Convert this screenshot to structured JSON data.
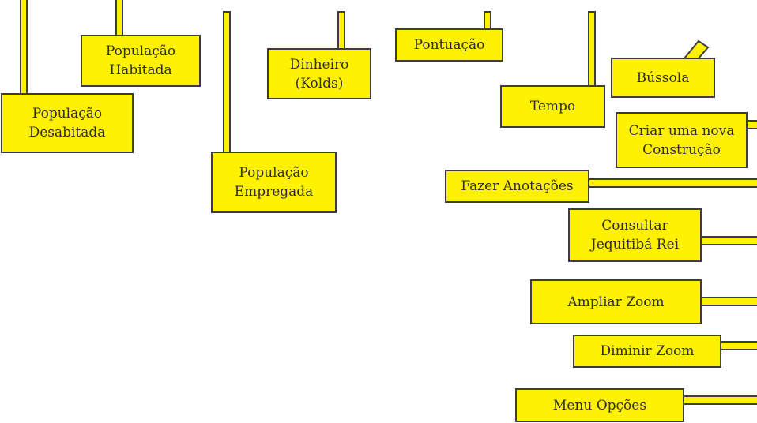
{
  "colors": {
    "callout_fill": "#fef200",
    "callout_border": "#3d3d3d",
    "text": "#2e2e2e",
    "background": "#ffffff"
  },
  "callouts": {
    "populacao_desabitada": "População\nDesabitada",
    "populacao_habitada": "População\nHabitada",
    "populacao_empregada": "População\nEmpregada",
    "dinheiro": "Dinheiro\n(Kolds)",
    "pontuacao": "Pontuação",
    "tempo": "Tempo",
    "bussola": "Bússola",
    "criar_construcao": "Criar uma nova\nConstrução",
    "fazer_anotacoes": "Fazer Anotações",
    "consultar_jequitiba": "Consultar\nJequitibá Rei",
    "ampliar_zoom": "Ampliar Zoom",
    "diminir_zoom": "Diminir Zoom",
    "menu_opcoes": "Menu Opções"
  }
}
